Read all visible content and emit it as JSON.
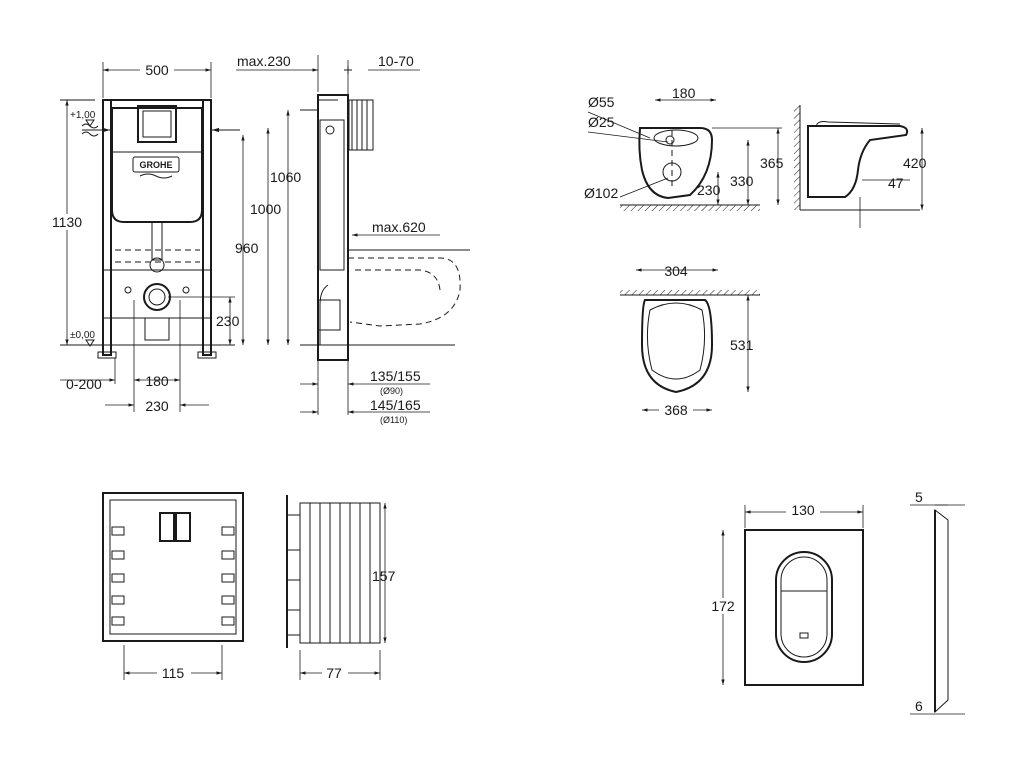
{
  "brand": "GROHE",
  "frame": {
    "width": "500",
    "height": "1130",
    "level_top": "+1,00",
    "level_zero": "±0,00",
    "h1060": "1060",
    "h1000": "1000",
    "h960": "960",
    "h230": "230",
    "w180": "180",
    "w230": "230",
    "w0_200": "0-200",
    "max230": "max.230",
    "d10_70": "10-70",
    "max620": "max.620",
    "d135_155": "135/155",
    "d90": "(Ø90)",
    "d145_165": "145/165",
    "d110": "(Ø110)"
  },
  "bowl_side": {
    "d55": "Ø55",
    "d25": "Ø25",
    "d180": "180",
    "d102": "Ø102",
    "h365": "365",
    "h330": "330",
    "h230": "230",
    "h420": "420",
    "h47": "47"
  },
  "bowl_top": {
    "w304": "304",
    "l531": "531",
    "w368": "368"
  },
  "cistern_panel": {
    "w115": "115",
    "d77": "77",
    "h157": "157"
  },
  "plate": {
    "w130": "130",
    "h172": "172",
    "t5": "5",
    "t6": "6"
  }
}
